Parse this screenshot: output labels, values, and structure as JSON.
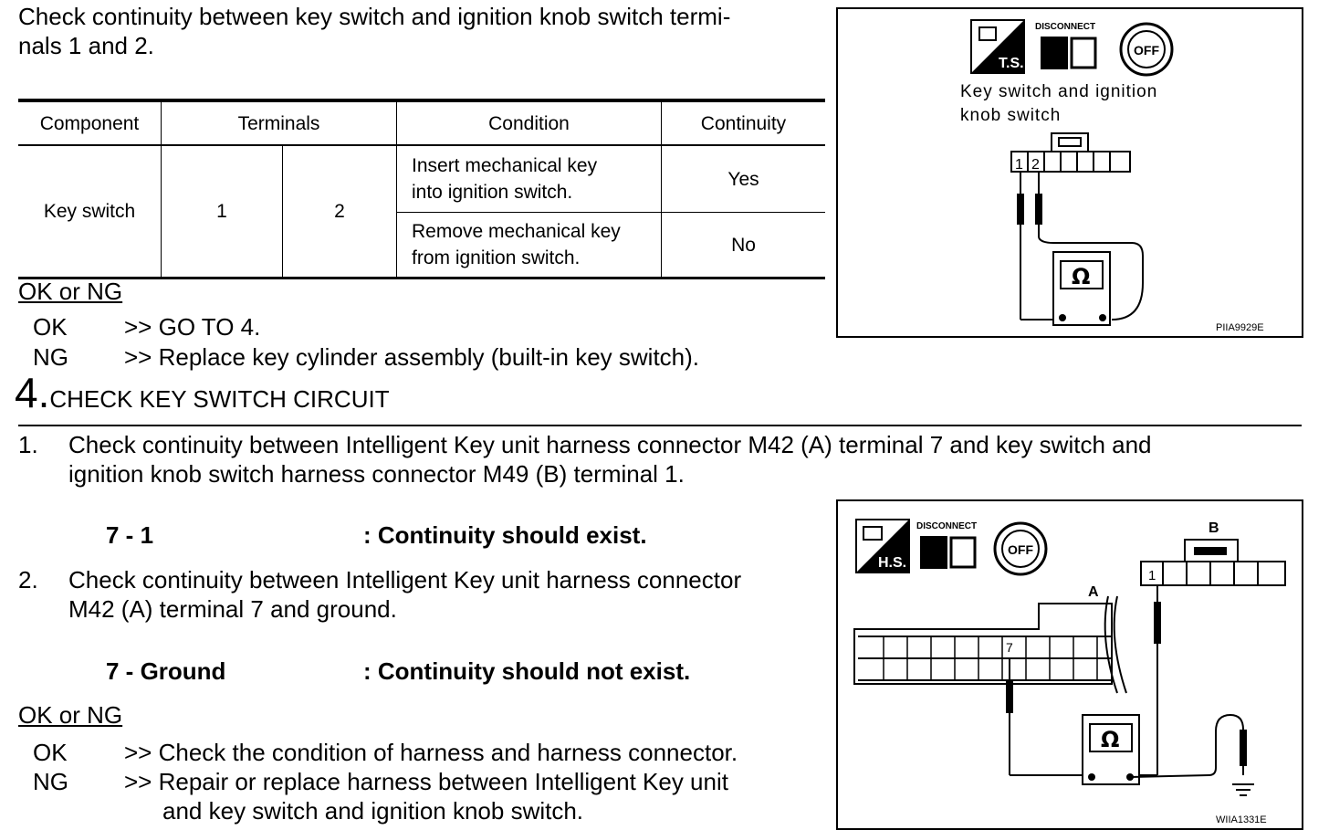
{
  "intro": {
    "line1": "Check continuity between key switch and ignition knob switch termi-",
    "line2": "nals 1 and 2."
  },
  "table": {
    "headers": [
      "Component",
      "Terminals",
      "Condition",
      "Continuity"
    ],
    "component": "Key switch",
    "terminal_a": "1",
    "terminal_b": "2",
    "rows": [
      {
        "condition_l1": "Insert mechanical key",
        "condition_l2": "into ignition switch.",
        "continuity": "Yes"
      },
      {
        "condition_l1": "Remove mechanical key",
        "condition_l2": "from ignition switch.",
        "continuity": "No"
      }
    ]
  },
  "result1": {
    "heading": "OK or NG",
    "ok_label": "OK",
    "ok_text": ">> GO TO 4.",
    "ng_label": "NG",
    "ng_text": ">> Replace key cylinder assembly (built-in key switch)."
  },
  "step4": {
    "number": "4.",
    "title": "CHECK KEY SWITCH CIRCUIT",
    "item1_num": "1.",
    "item1_l1": "Check continuity between Intelligent Key unit harness connector M42 (A) terminal 7 and key switch and",
    "item1_l2": "ignition knob switch harness connector M49 (B) terminal 1.",
    "spec1_label": "7 - 1",
    "spec1_value": ": Continuity should exist.",
    "item2_num": "2.",
    "item2_l1": "Check continuity between Intelligent Key unit harness connector",
    "item2_l2": "M42 (A) terminal 7 and ground.",
    "spec2_label": "7 - Ground",
    "spec2_value": ": Continuity should not exist."
  },
  "result2": {
    "heading": "OK or NG",
    "ok_label": "OK",
    "ok_text": ">> Check the condition of harness and harness connector.",
    "ng_label": "NG",
    "ng_text_l1": ">> Repair or replace harness between Intelligent Key unit",
    "ng_text_l2": "and key switch and ignition knob switch."
  },
  "figure1": {
    "ts_label": "T.S.",
    "disconnect_label": "DISCONNECT",
    "off_label": "OFF",
    "caption_l1": "Key switch and ignition",
    "caption_l2": "knob switch",
    "pin1": "1",
    "pin2": "2",
    "ohm": "Ω",
    "code": "PIIA9929E"
  },
  "figure2": {
    "hs_label": "H.S.",
    "disconnect_label": "DISCONNECT",
    "off_label": "OFF",
    "connector_a": "A",
    "connector_b": "B",
    "pin7": "7",
    "pin1": "1",
    "ohm": "Ω",
    "code": "WIIA1331E"
  }
}
